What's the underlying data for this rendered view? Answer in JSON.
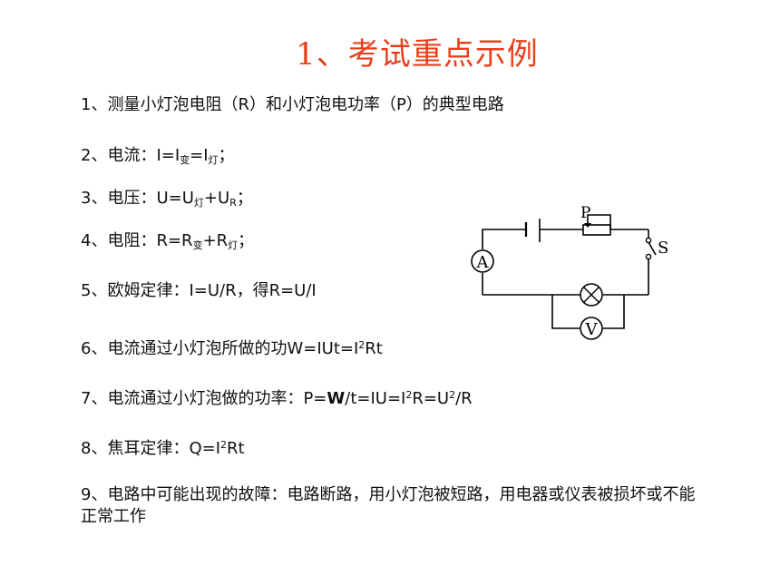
{
  "title": "1、考试重点示例",
  "items": {
    "i1": "1、测量小灯泡电阻（R）和小灯泡电功率（P）的典型电路",
    "i2": {
      "prefix": "2、电流：I=I",
      "s1": "变",
      "mid": "=I",
      "s2": "灯",
      "suffix": "；"
    },
    "i3": {
      "prefix": "3、电压：U=U",
      "s1": "灯",
      "mid": "+U",
      "s2": "R",
      "suffix": "；"
    },
    "i4": {
      "prefix": "4、电阻：R=R",
      "s1": "变",
      "mid": "+R",
      "s2": "灯",
      "suffix": "；"
    },
    "i5": "5、欧姆定律：I=U/R，得R=U/I",
    "i6": {
      "prefix": "6、电流通过小灯泡所做的功W=IUt=I",
      "sup": "2",
      "suffix": "Rt"
    },
    "i7": {
      "prefix": "7、电流通过小灯泡做的功率：P=",
      "bold": "W",
      "mid": "/t=IU=I",
      "sup1": "2",
      "mid2": "R=U",
      "sup2": "2",
      "suffix": "/R"
    },
    "i8": {
      "prefix": "8、焦耳定律：Q=I",
      "sup": "2",
      "suffix": "Rt"
    },
    "i9": "9、电路中可能出现的故障：电路断路，用小灯泡被短路，用电器或仪表被损坏或不能正常工作"
  },
  "circuit": {
    "ammeter": "A",
    "voltmeter": "V",
    "slider": "P",
    "switch": "S"
  }
}
